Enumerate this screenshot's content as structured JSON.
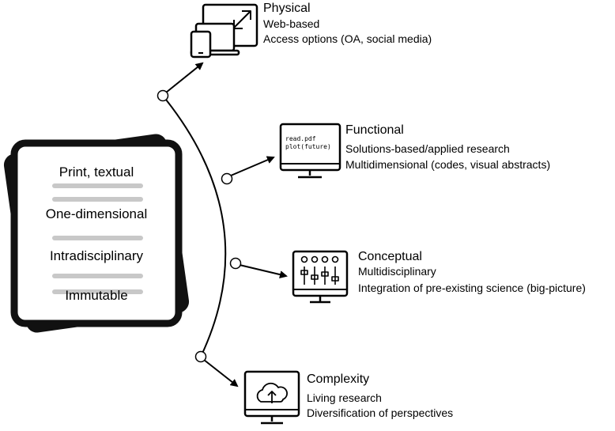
{
  "document": {
    "lines": [
      "Print, textual",
      "One-dimensional",
      "Intradisciplinary",
      "Immutable"
    ]
  },
  "categories": [
    {
      "title": "Physical",
      "lines": [
        "Web-based",
        "Access options (OA, social media)"
      ],
      "icon": "devices-icon"
    },
    {
      "title": "Functional",
      "lines": [
        "Solutions-based/applied research",
        "Multidimensional (codes, visual abstracts)"
      ],
      "icon": "code-monitor-icon",
      "screen_code": [
        "read.pdf",
        "plot(future)"
      ]
    },
    {
      "title": "Conceptual",
      "lines": [
        "Multidisciplinary",
        "Integration of pre-existing science (big-picture)"
      ],
      "icon": "sliders-monitor-icon"
    },
    {
      "title": "Complexity",
      "lines": [
        "Living research",
        "Diversification of perspectives"
      ],
      "icon": "cloud-upload-monitor-icon"
    }
  ]
}
